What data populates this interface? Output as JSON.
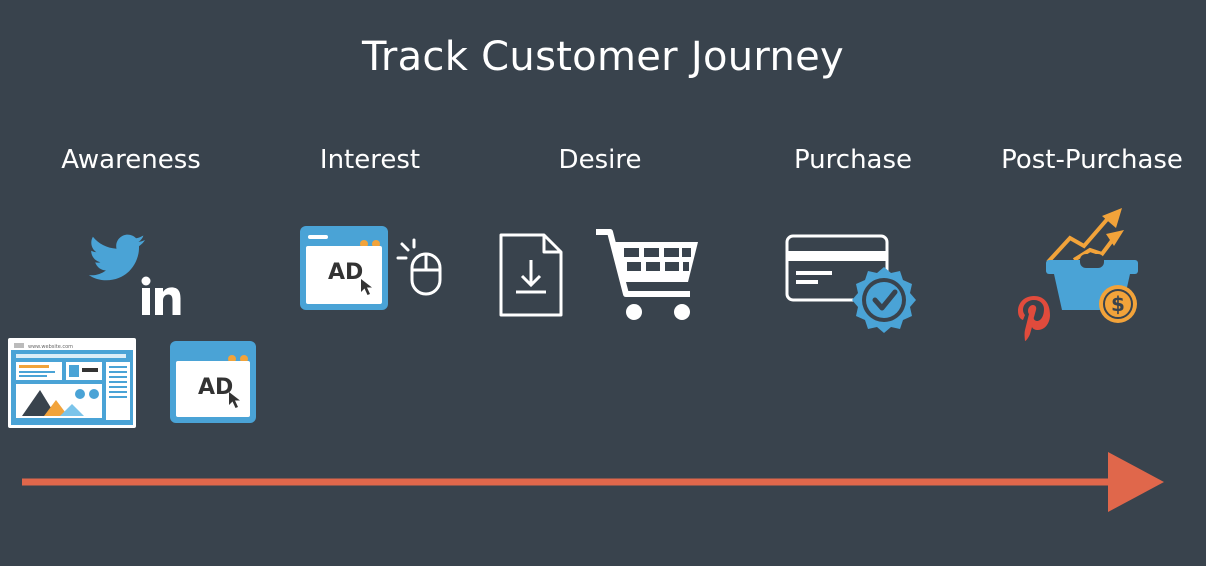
{
  "title": "Track Customer Journey",
  "stages": [
    {
      "label": "Awareness"
    },
    {
      "label": "Interest"
    },
    {
      "label": "Desire"
    },
    {
      "label": "Purchase"
    },
    {
      "label": "Post-Purchase"
    }
  ],
  "ad_text": "AD",
  "website_url": "www.website.com",
  "colors": {
    "background": "#39434d",
    "accent_blue": "#4aa3d6",
    "accent_orange": "#f2a33a",
    "arrow": "#e0674b",
    "pinterest": "#e14b3c"
  },
  "icons": [
    "twitter-icon",
    "linkedin-icon",
    "website-icon",
    "ad-window-icon",
    "mouse-icon",
    "download-document-icon",
    "shopping-cart-icon",
    "credit-card-icon",
    "verified-badge-icon",
    "growth-arrows-icon",
    "basket-icon",
    "dollar-coin-icon",
    "pinterest-icon"
  ]
}
